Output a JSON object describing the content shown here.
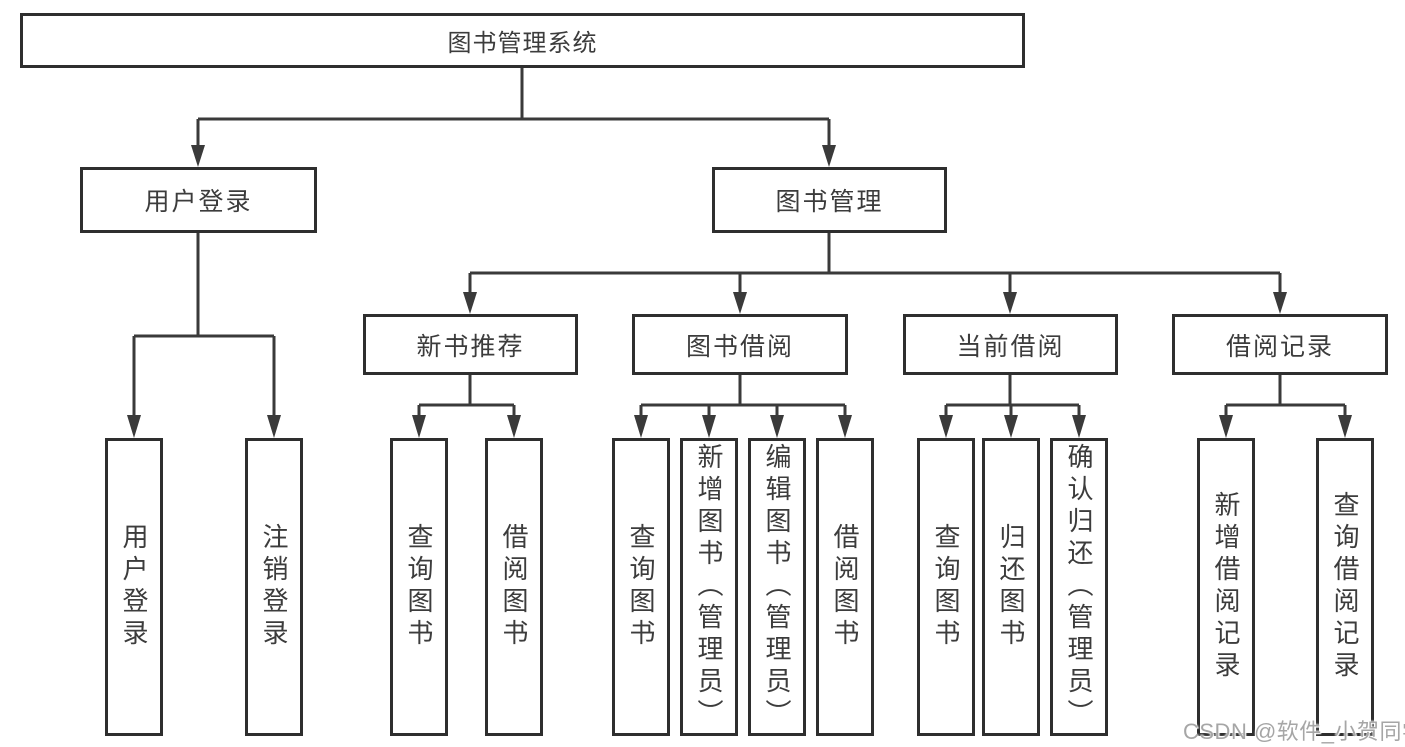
{
  "diagram": {
    "root": {
      "label": "图书管理系统"
    },
    "branches": [
      {
        "label": "用户登录",
        "children": [
          "用户登录",
          "注销登录"
        ]
      },
      {
        "label": "图书管理",
        "sections": [
          {
            "label": "新书推荐",
            "children": [
              "查询图书",
              "借阅图书"
            ]
          },
          {
            "label": "图书借阅",
            "children": [
              "查询图书",
              "新增图书（管理员）",
              "编辑图书（管理员）",
              "借阅图书"
            ]
          },
          {
            "label": "当前借阅",
            "children": [
              "查询图书",
              "归还图书",
              "确认归还（管理员）"
            ]
          },
          {
            "label": "借阅记录",
            "children": [
              "新增借阅记录",
              "查询借阅记录"
            ]
          }
        ]
      }
    ]
  },
  "watermark": "CSDN @软件_小贺同学",
  "colors": {
    "background": "#ffffff",
    "line": "#3a3a3a",
    "box_border": "#2e2e2e",
    "text": "#3c3c3c",
    "watermark": "#a6a6a6"
  }
}
